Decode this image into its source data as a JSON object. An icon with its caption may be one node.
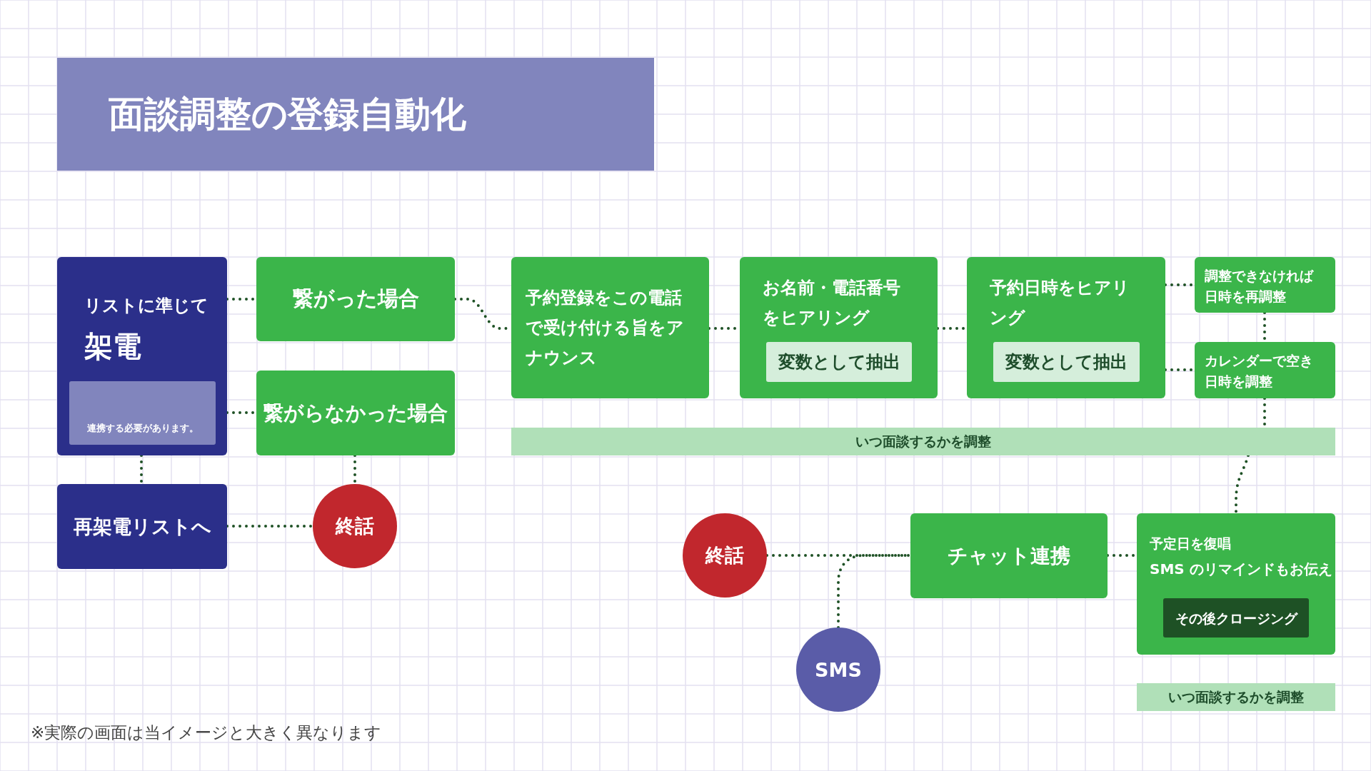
{
  "diagram": {
    "title": "面談調整の登録自動化",
    "nodes": [
      {
        "text": [
          "リストに準じて",
          "架電"
        ]
      },
      {
        "text": [
          "連携する必要があります。"
        ],
        "in": 0
      },
      {
        "text": [
          "繋がった場合"
        ]
      },
      {
        "text": [
          "繋がらなかった場合"
        ]
      },
      {
        "text": [
          "再架電リストへ"
        ]
      },
      {
        "text": [
          "終話"
        ]
      },
      {
        "text": [
          "予約登録をこの電話で受け付ける旨をアナウンス"
        ]
      },
      {
        "text": [
          "お名前・電話番号をヒアリング"
        ]
      },
      {
        "text": [
          "変数として抽出"
        ],
        "in": 7
      },
      {
        "text": [
          "予約日時をヒアリング"
        ]
      },
      {
        "text": [
          "変数として抽出"
        ],
        "in": 9
      },
      {
        "text": [
          "調整できなければ日時を再調整"
        ]
      },
      {
        "text": [
          "カレンダーで空き日時を調整"
        ]
      },
      {
        "text": [
          "いつ面談するかを調整"
        ]
      },
      {
        "text": [
          "終話"
        ]
      },
      {
        "text": [
          "チャット連携"
        ]
      },
      {
        "text": [
          "予定日を復唱",
          "SMS のリマインドもお伝え"
        ]
      },
      {
        "text": [
          "その後クロージング"
        ],
        "in": 16
      },
      {
        "text": [
          "SMS"
        ]
      },
      {
        "text": [
          "いつ面談するかを調整"
        ]
      }
    ],
    "edges": [
      {
        "from": 0,
        "to": 2,
        "arrow": "none"
      },
      {
        "from": 0,
        "to": 3,
        "arrow": "none"
      },
      {
        "from": 0,
        "to": 4,
        "arrow": "none"
      },
      {
        "from": 4,
        "to": 5,
        "arrow": "none"
      },
      {
        "from": 3,
        "to": 5,
        "arrow": "none"
      },
      {
        "from": 2,
        "to": 6,
        "arrow": "none"
      },
      {
        "from": 6,
        "to": 7,
        "arrow": "none"
      },
      {
        "from": 7,
        "to": 9,
        "arrow": "none"
      },
      {
        "from": 9,
        "to": 11,
        "arrow": "none"
      },
      {
        "from": 9,
        "to": 12,
        "arrow": "none"
      },
      {
        "from": 11,
        "to": 12,
        "arrow": "none"
      },
      {
        "from": 12,
        "to": 13,
        "arrow": "none"
      },
      {
        "from": 13,
        "to": 16,
        "arrow": "none"
      },
      {
        "from": 15,
        "to": 16,
        "arrow": "none"
      },
      {
        "from": 14,
        "to": 15,
        "arrow": "none"
      },
      {
        "from": 18,
        "to": 15,
        "arrow": "none"
      }
    ],
    "labels": [
      "※実際の画面は当イメージと大きく異なります"
    ]
  }
}
